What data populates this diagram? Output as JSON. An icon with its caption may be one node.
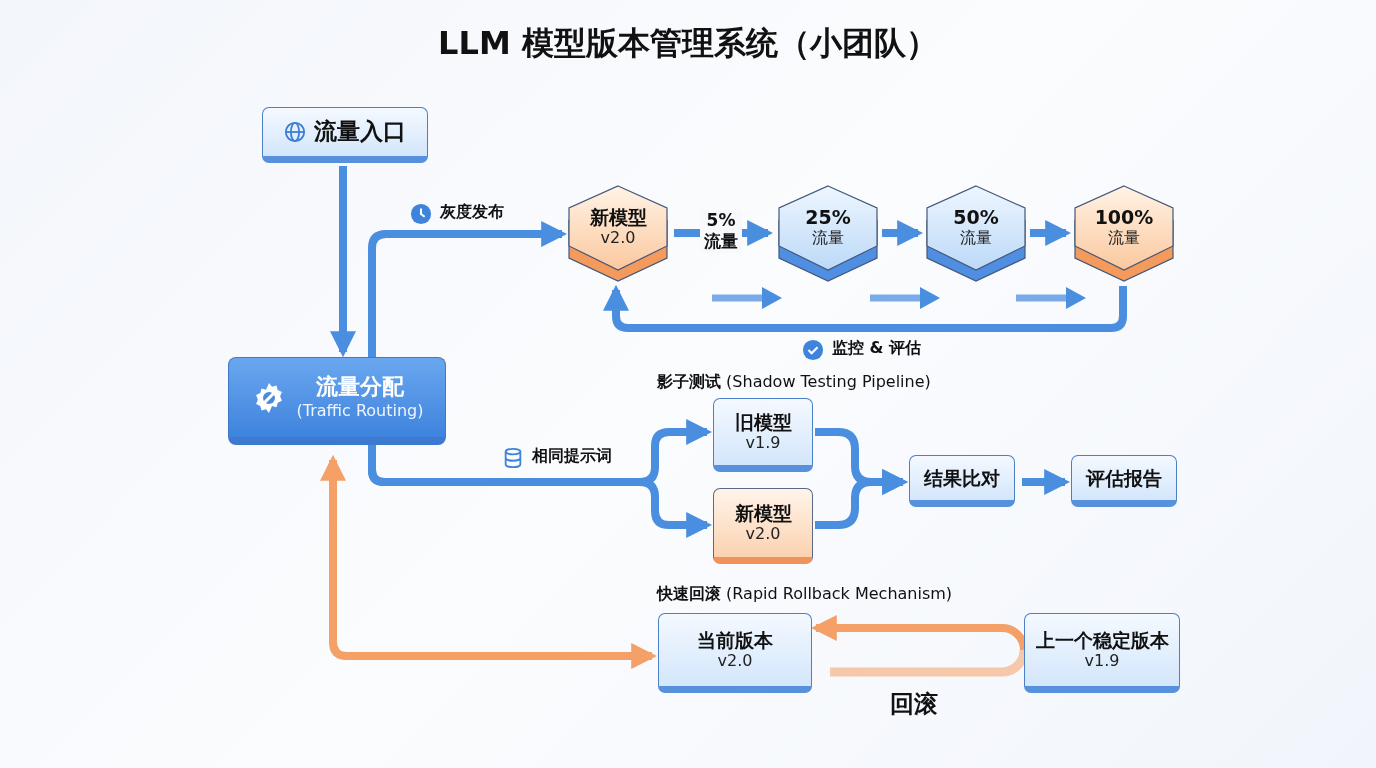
{
  "diagram": {
    "title": "LLM 模型版本管理系统（小团队）",
    "nodes": [
      {
        "text": [
          "流量入口"
        ]
      },
      {
        "text": [
          "流量分配",
          "(Traffic Routing)"
        ]
      },
      {
        "text": [
          "新模型",
          "v2.0"
        ]
      },
      {
        "text": [
          "25%",
          "流量"
        ]
      },
      {
        "text": [
          "50%",
          "流量"
        ]
      },
      {
        "text": [
          "100%",
          "流量"
        ]
      },
      {
        "text": [
          "旧模型",
          "v1.9"
        ]
      },
      {
        "text": [
          "新模型",
          "v2.0"
        ]
      },
      {
        "text": [
          "结果比对"
        ]
      },
      {
        "text": [
          "评估报告"
        ]
      },
      {
        "text": [
          "当前版本",
          "v2.0"
        ]
      },
      {
        "text": [
          "上一个稳定版本",
          "v1.9"
        ]
      }
    ],
    "edges": [
      {
        "from": 0,
        "to": 1,
        "arrow": "to"
      },
      {
        "from": 1,
        "to": 2,
        "arrow": "to",
        "label": "灰度发布"
      },
      {
        "from": 2,
        "to": 3,
        "arrow": "to",
        "label": "5% 流量"
      },
      {
        "from": 3,
        "to": 4,
        "arrow": "to"
      },
      {
        "from": 4,
        "to": 5,
        "arrow": "to"
      },
      {
        "from": 5,
        "to": 2,
        "arrow": "to",
        "label": "监控 & 评估"
      },
      {
        "from": 1,
        "to": 6,
        "arrow": "to",
        "label": "相同提示词"
      },
      {
        "from": 1,
        "to": 7,
        "arrow": "to"
      },
      {
        "from": 6,
        "to": 8,
        "arrow": "to"
      },
      {
        "from": 7,
        "to": 8,
        "arrow": "to"
      },
      {
        "from": 8,
        "to": 9,
        "arrow": "to"
      },
      {
        "from": 1,
        "to": 10,
        "arrow": "both",
        "color": "#f5a066"
      },
      {
        "from": 11,
        "to": 10,
        "arrow": "to",
        "label": "回滚",
        "color": "#f5a066"
      }
    ],
    "labels": [
      "**影子测试** (Shadow Testing Pipeline)",
      "**快速回滚** (Rapid Rollback Mechanism)"
    ]
  }
}
